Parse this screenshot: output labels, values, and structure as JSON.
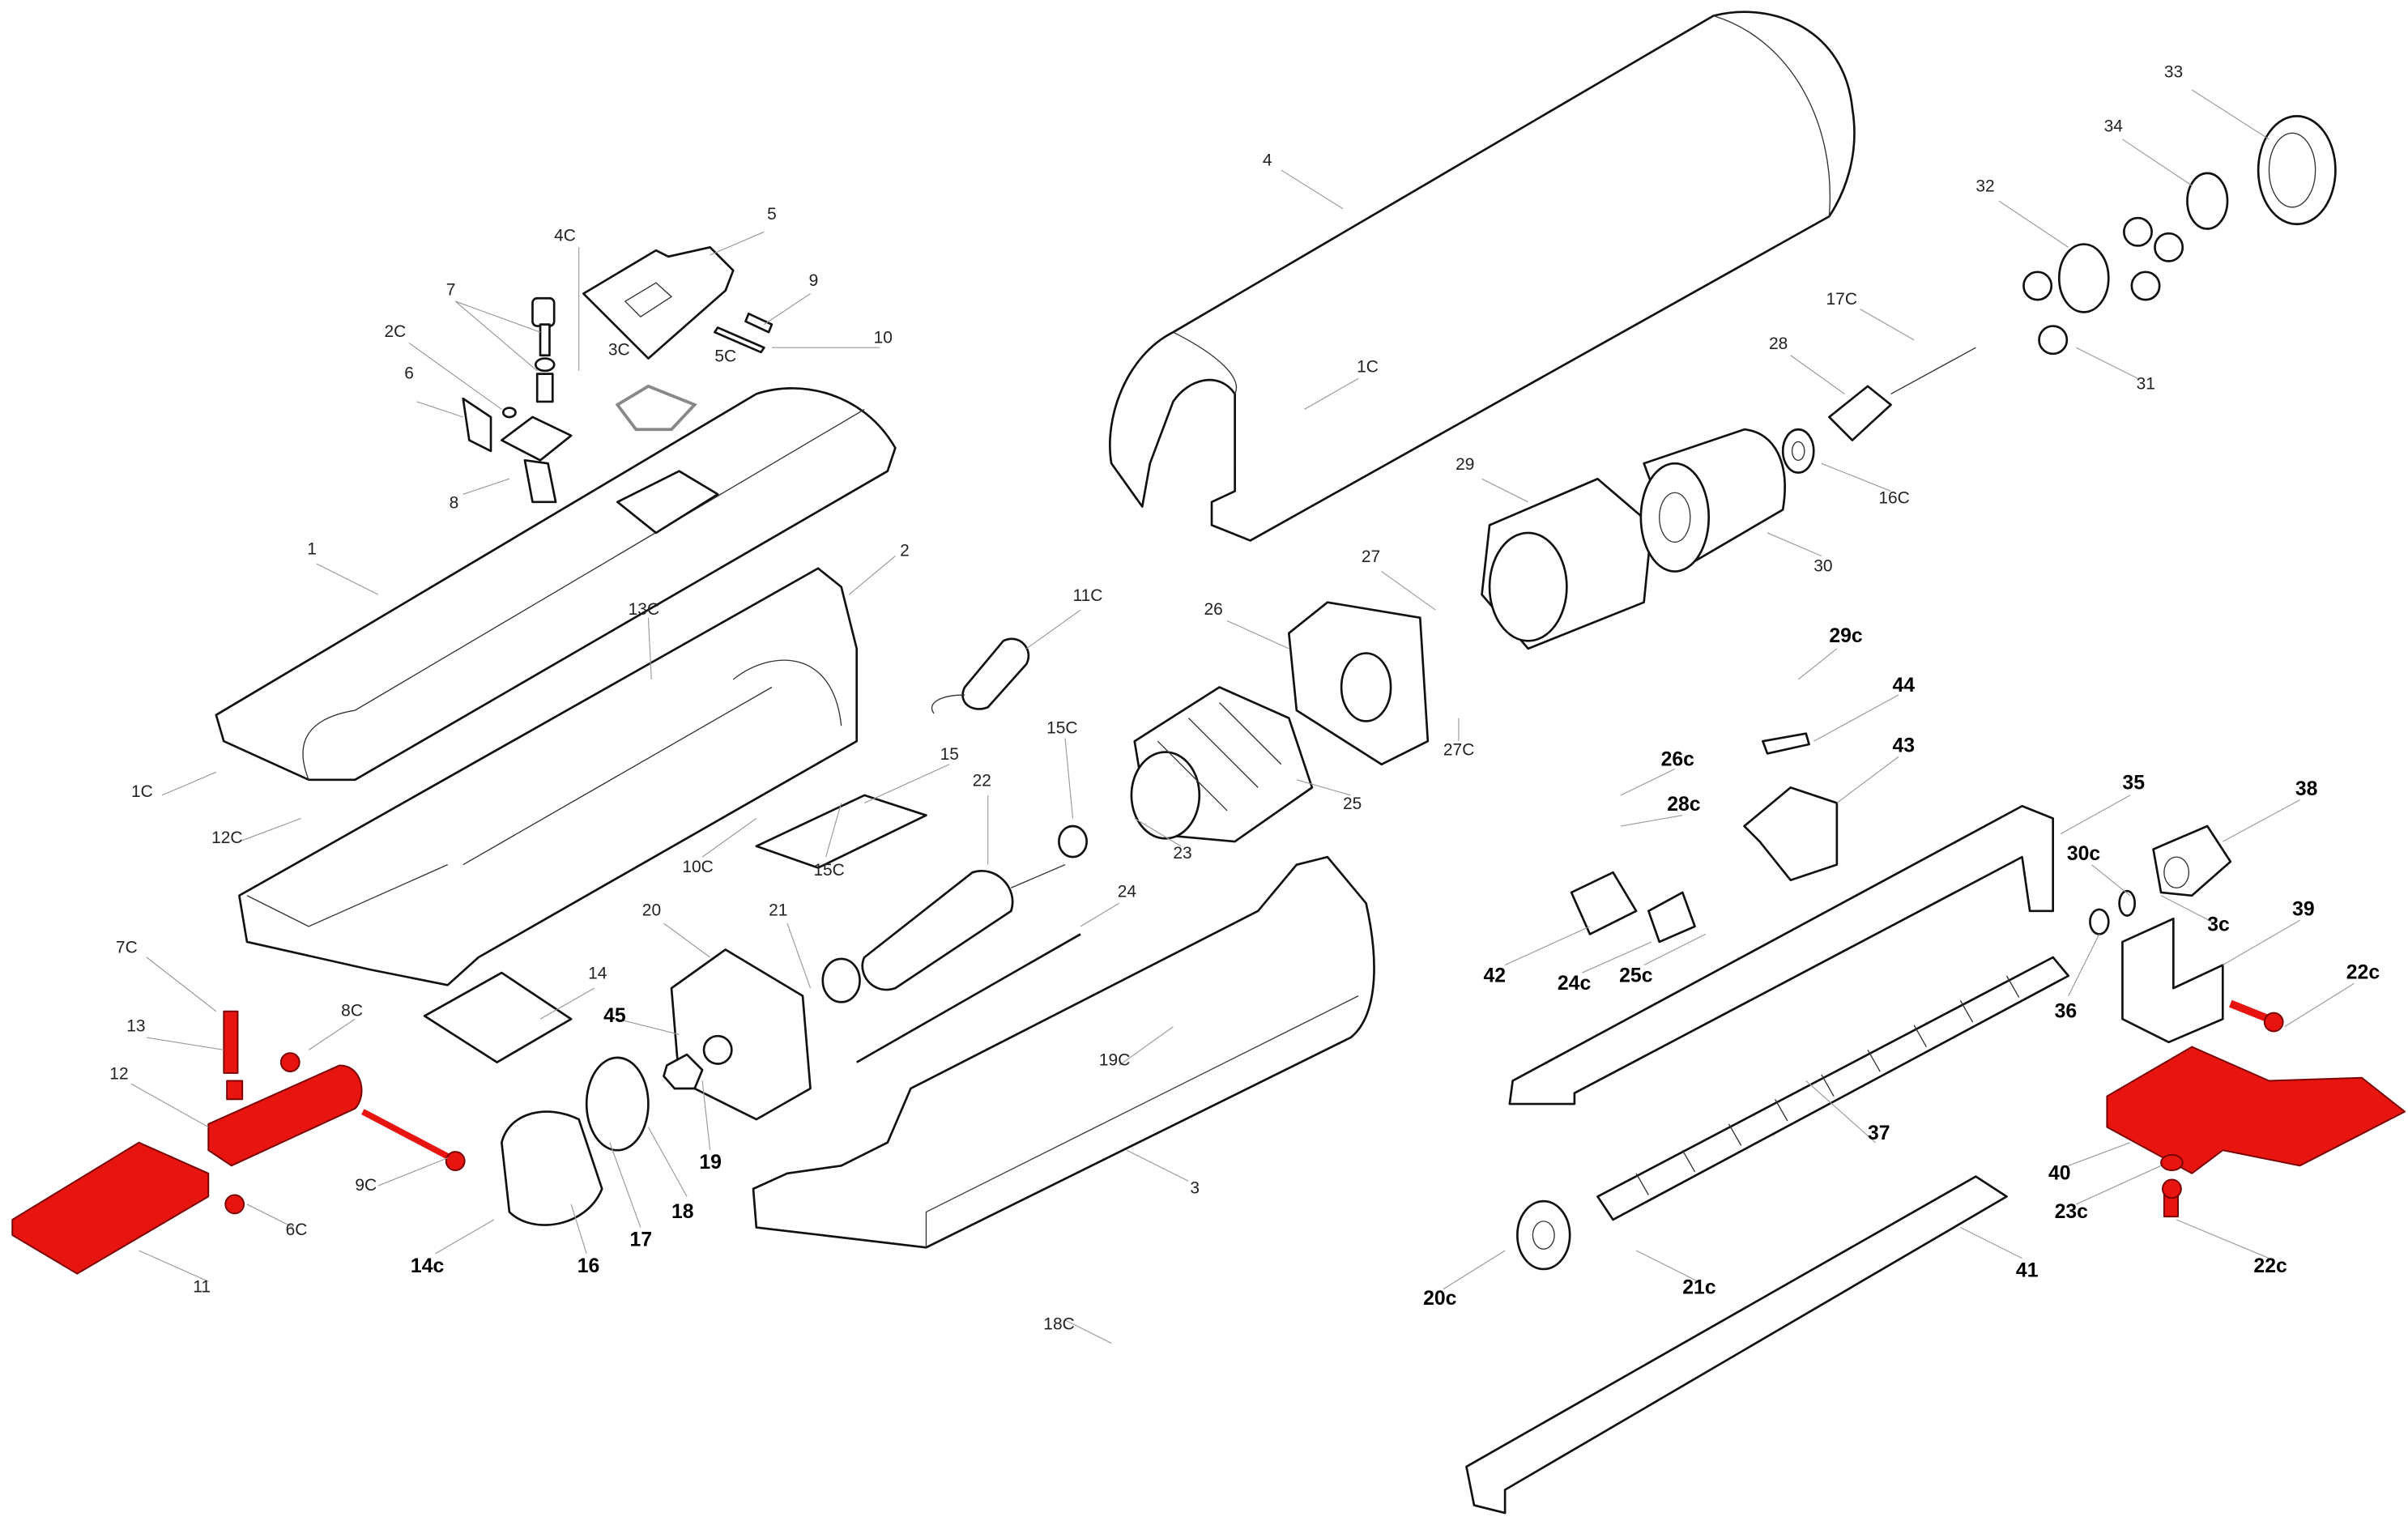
{
  "diagram": {
    "title_visible": false,
    "highlight_color": "#e8140f",
    "labels": [
      "4",
      "5",
      "4C",
      "7",
      "9",
      "2C",
      "3C",
      "5C",
      "10",
      "6",
      "8",
      "1",
      "2",
      "13C",
      "11C",
      "1C",
      "33",
      "34",
      "32",
      "17C",
      "28",
      "31",
      "29",
      "16C",
      "30",
      "27",
      "26",
      "27C",
      "15C",
      "15",
      "22",
      "25",
      "23",
      "1C",
      "12C",
      "10C",
      "15C",
      "24",
      "20",
      "21",
      "7C",
      "14",
      "8C",
      "13",
      "19C",
      "12",
      "3",
      "9C",
      "6C",
      "11",
      "18C"
    ],
    "bold_labels": [
      "29c",
      "44",
      "26c",
      "43",
      "28c",
      "35",
      "38",
      "30c",
      "3c",
      "39",
      "42",
      "24c",
      "25c",
      "22c",
      "36",
      "45",
      "19",
      "18",
      "17",
      "37",
      "40",
      "23c",
      "14c",
      "16",
      "41",
      "22c",
      "20c",
      "21c"
    ]
  }
}
